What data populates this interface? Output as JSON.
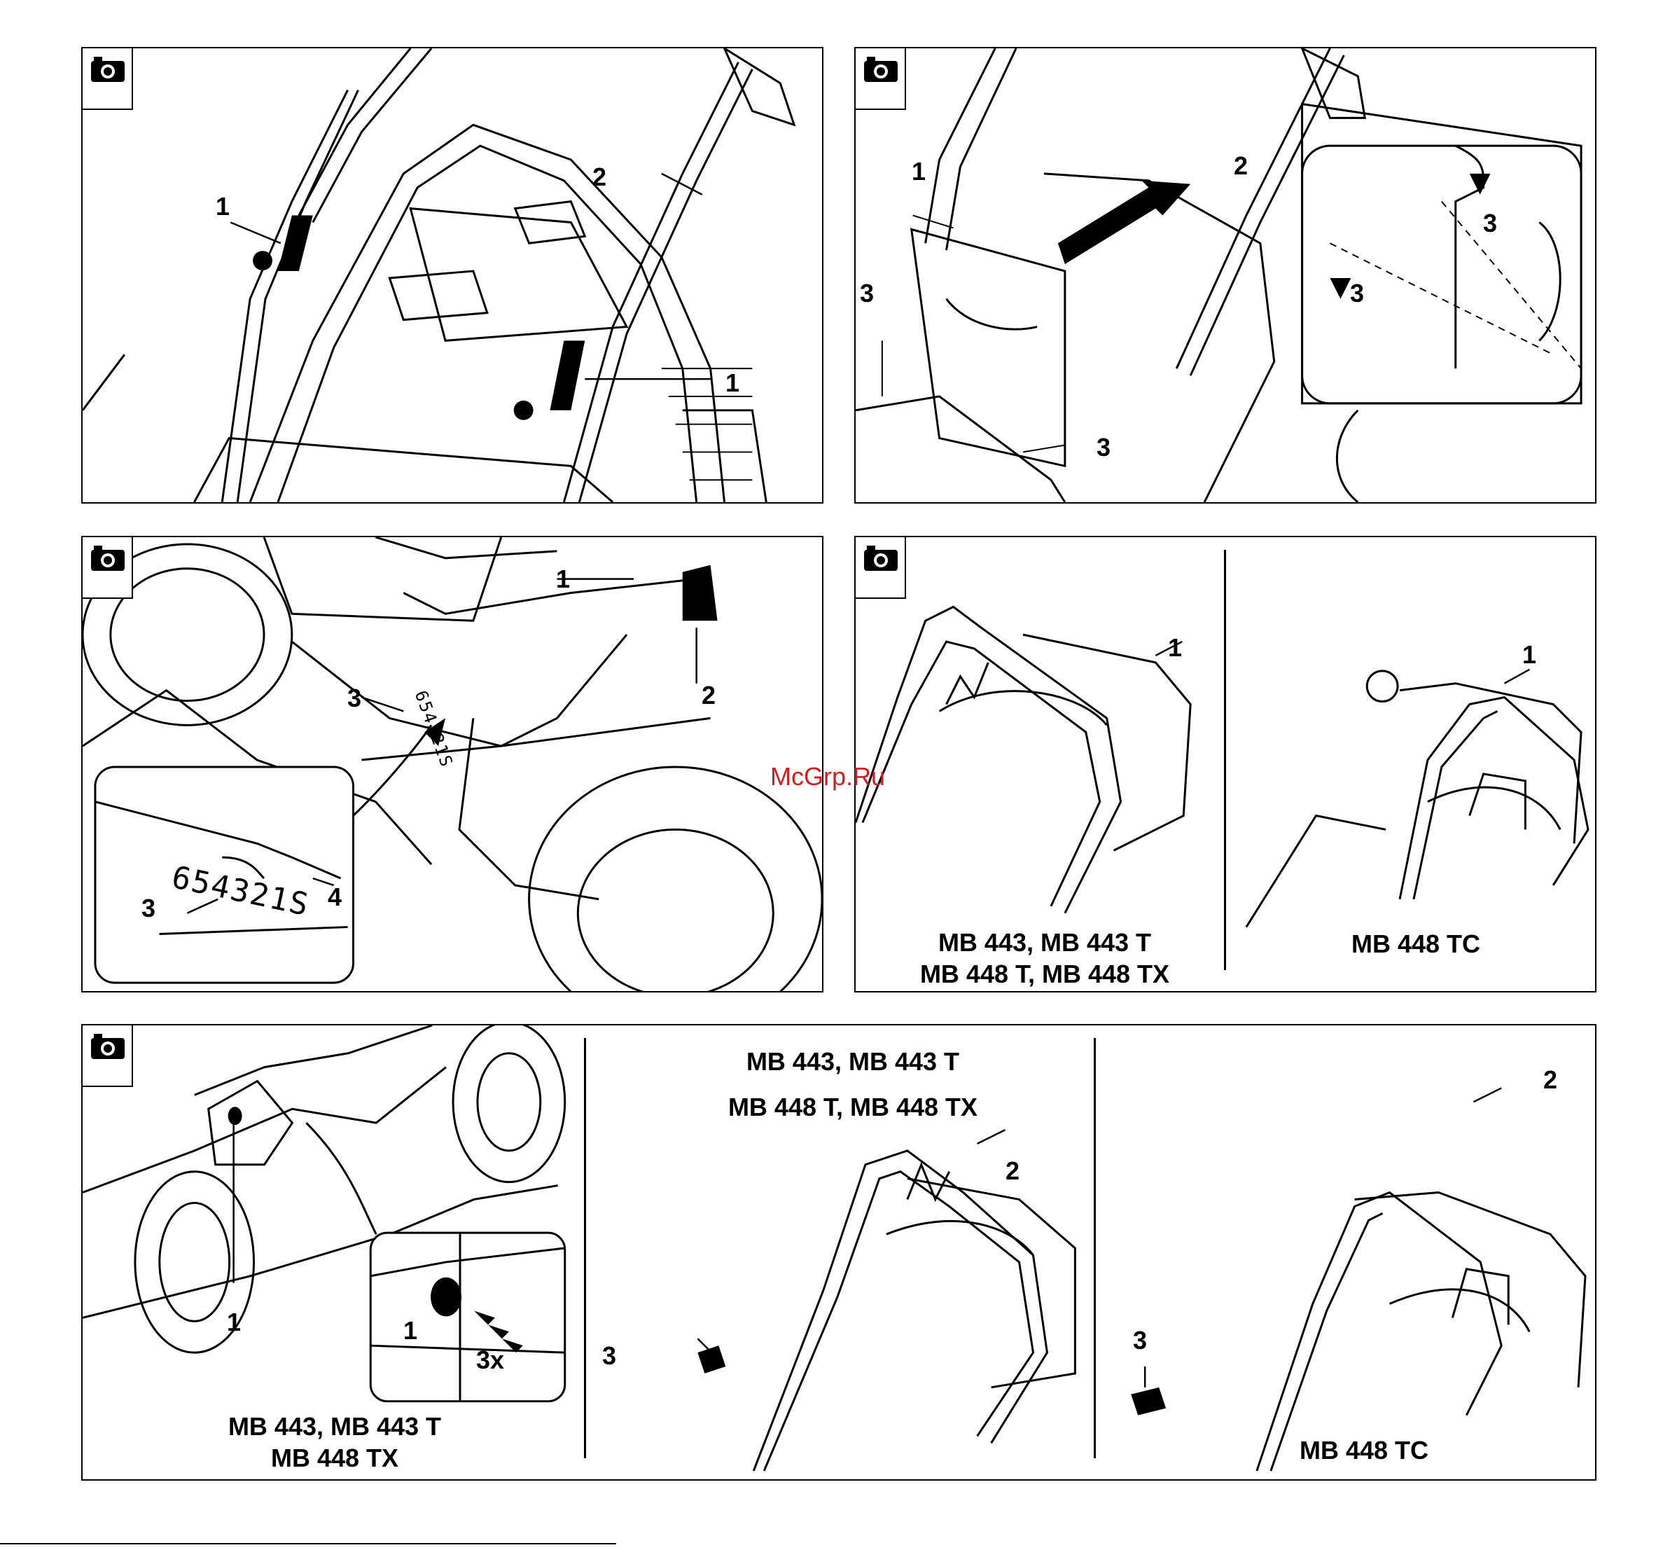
{
  "watermark": "McGrp.Ru",
  "icons": {
    "camera": "camera-icon"
  },
  "panel_1": {
    "callouts": [
      "1",
      "2",
      "1"
    ]
  },
  "panel_2": {
    "callouts": [
      "1",
      "2",
      "3",
      "3",
      "3",
      "3"
    ]
  },
  "panel_3": {
    "callouts": [
      "1",
      "2",
      "3",
      "3",
      "4"
    ],
    "scale_markings": "654321S"
  },
  "panel_4": {
    "callouts": [
      "1",
      "1"
    ],
    "caption_left_line1": "MB 443, MB 443 T",
    "caption_left_line2": "MB 448 T, MB 448 TX",
    "caption_right": "MB 448 TC"
  },
  "panel_5": {
    "callouts": [
      "1",
      "1",
      "3x",
      "2",
      "3",
      "2",
      "3"
    ],
    "caption_left_line1": "MB 443, MB 443 T",
    "caption_left_line2": "MB 448 TX",
    "caption_middle_line1": "MB 443, MB 443 T",
    "caption_middle_line2": "MB 448 T, MB 448 TX",
    "caption_right": "MB 448 TC"
  }
}
